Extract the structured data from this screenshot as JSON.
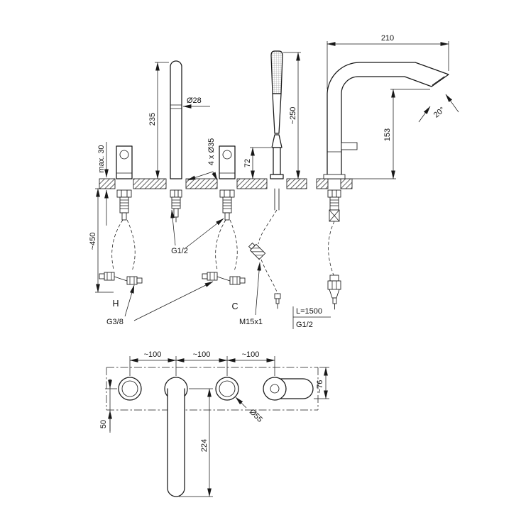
{
  "front": {
    "spout_height": "235",
    "spout_diameter": "Ø28",
    "deck_thickness": "max. 30",
    "hole_spec": "4 x Ø35",
    "holder_height": "72",
    "shower_height": "~250",
    "below_deck_length": "~450",
    "shank_thread": "G1/2",
    "hot": "H",
    "cold": "C",
    "supply_thread": "G3/8",
    "shower_thread": "M15x1",
    "hose_length": "L=1500",
    "hose_thread": "G1/2"
  },
  "side": {
    "reach": "210",
    "outlet_height": "153",
    "outlet_angle": "20°"
  },
  "plan": {
    "spacing_1": "~100",
    "spacing_2": "~100",
    "spacing_3": "~100",
    "rosette_diameter": "Ø55",
    "shower_depth": "~76",
    "edge_distance": "50",
    "spout_length": "224"
  }
}
